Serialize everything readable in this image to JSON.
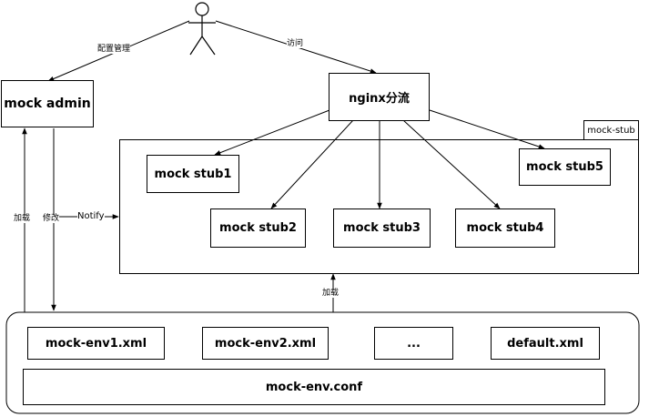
{
  "actor": {
    "icon": "stick-figure-user-icon"
  },
  "nodes": {
    "mock_admin": "mock admin",
    "nginx": "nginx分流",
    "stub_container": "mock-stub",
    "stub1": "mock stub1",
    "stub2": "mock stub2",
    "stub3": "mock stub3",
    "stub4": "mock stub4",
    "stub5": "mock stub5",
    "env1": "mock-env1.xml",
    "env2": "mock-env2.xml",
    "ellipsis": "...",
    "default": "default.xml",
    "conf": "mock-env.conf"
  },
  "edges": {
    "config_manage": "配置管理",
    "access": "访问",
    "load_left": "加载",
    "modify": "修改",
    "notify": "Notify",
    "load_mid": "加载"
  }
}
